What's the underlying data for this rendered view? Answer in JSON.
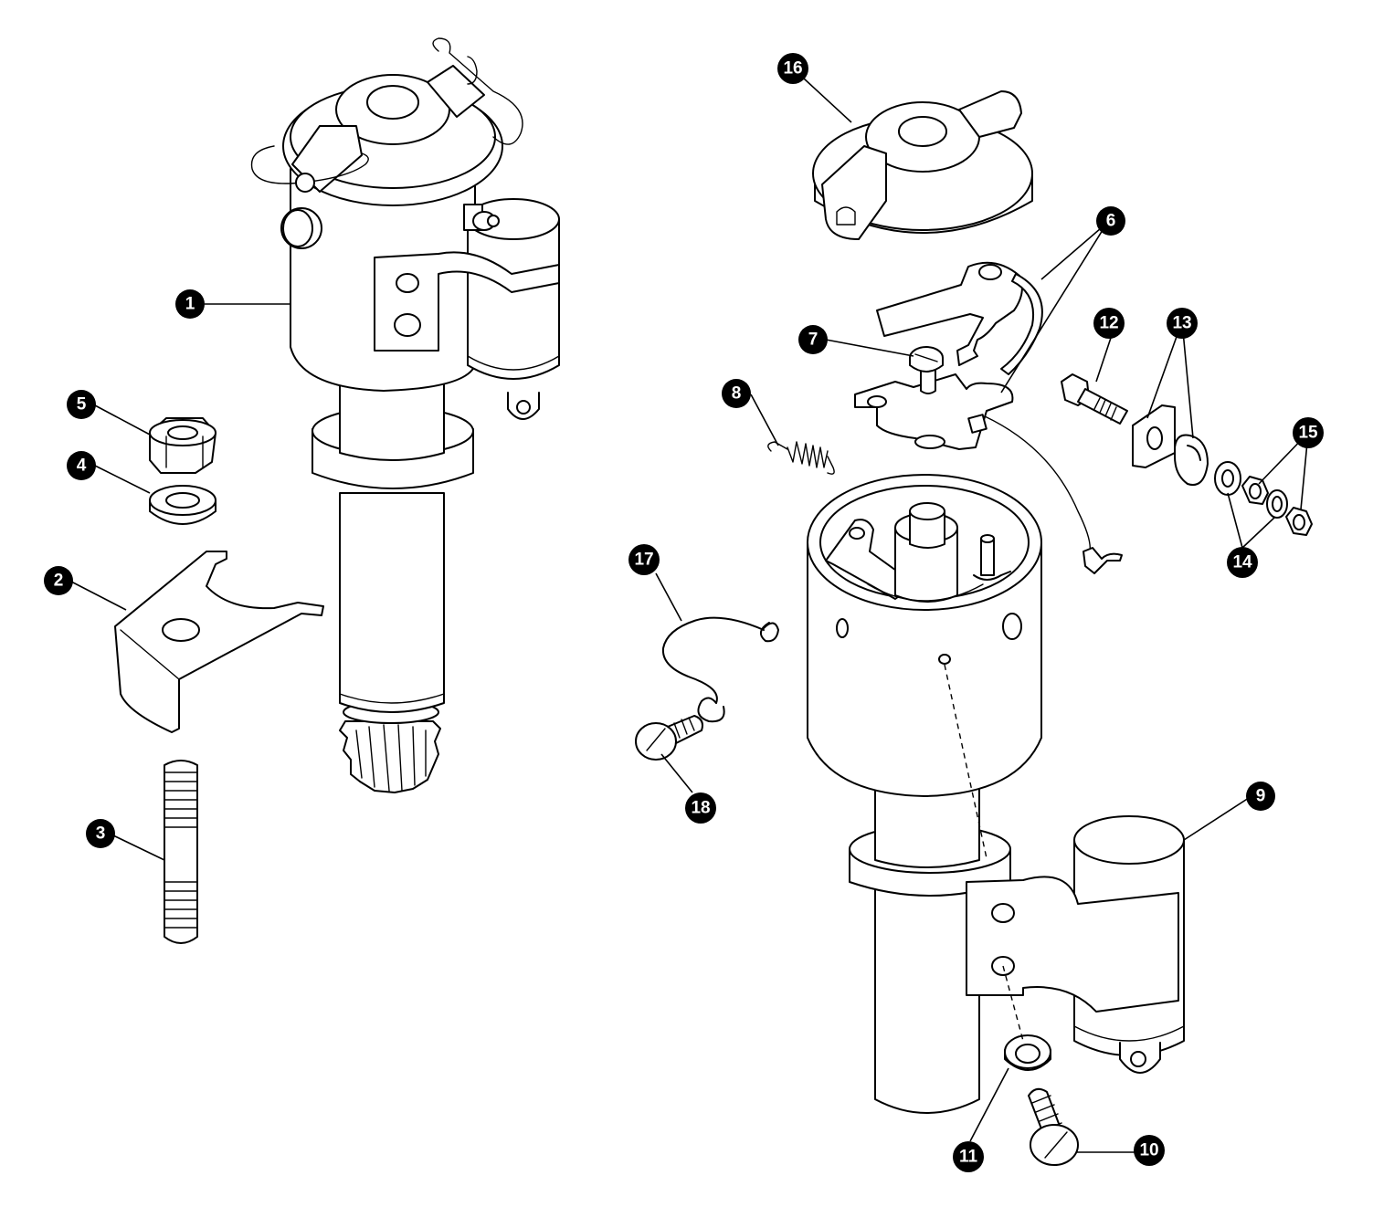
{
  "diagram": {
    "colors": {
      "line": "#000000",
      "fill": "#ffffff",
      "callout": "#000000",
      "callout_text": "#ffffff"
    },
    "callouts": [
      {
        "id": "c1",
        "label": "1",
        "part": "distributor-assembly"
      },
      {
        "id": "c2",
        "label": "2",
        "part": "clamp-plate"
      },
      {
        "id": "c3",
        "label": "3",
        "part": "stud"
      },
      {
        "id": "c4",
        "label": "4",
        "part": "washer"
      },
      {
        "id": "c5",
        "label": "5",
        "part": "nut"
      },
      {
        "id": "c6",
        "label": "6",
        "part": "contact-breaker-set"
      },
      {
        "id": "c7",
        "label": "7",
        "part": "contact-screw"
      },
      {
        "id": "c8",
        "label": "8",
        "part": "tension-spring"
      },
      {
        "id": "c9",
        "label": "9",
        "part": "distributor-body-with-vacuum-unit"
      },
      {
        "id": "c10",
        "label": "10",
        "part": "clamp-screw"
      },
      {
        "id": "c11",
        "label": "11",
        "part": "screw-washer"
      },
      {
        "id": "c12",
        "label": "12",
        "part": "terminal-bolt"
      },
      {
        "id": "c13",
        "label": "13",
        "part": "insulating-plate-and-bush"
      },
      {
        "id": "c14",
        "label": "14",
        "part": "washers"
      },
      {
        "id": "c15",
        "label": "15",
        "part": "terminal-nuts"
      },
      {
        "id": "c16",
        "label": "16",
        "part": "distributor-cap"
      },
      {
        "id": "c17",
        "label": "17",
        "part": "retaining-spring-clip"
      },
      {
        "id": "c18",
        "label": "18",
        "part": "clip-screw"
      }
    ]
  }
}
